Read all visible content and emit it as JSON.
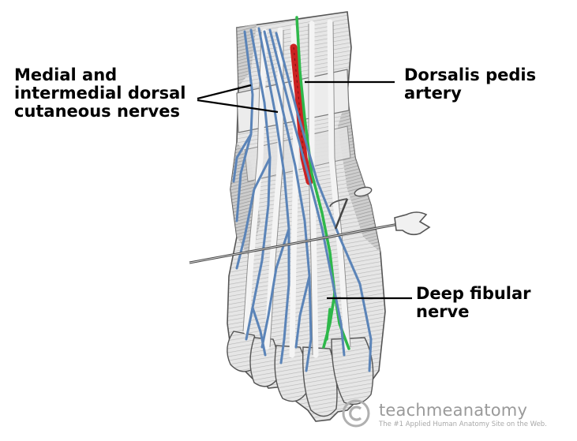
{
  "labels": {
    "medial_intermedial": "Medial and\nintermedial dorsal\ncutaneous nerves",
    "dorsalis_pedis": "Dorsalis pedis\nartery",
    "deep_fibular": "Deep fibular\nnerve"
  },
  "watermark": {
    "brand": "teachmeanatomy",
    "tagline": "The #1 Applied Human Anatomy Site on the Web.",
    "logo_icon": "copyright-circle-icon"
  },
  "colors": {
    "nerve_cutaneous": "#5b84b8",
    "artery": "#cc2222",
    "nerve_deep_fibular": "#2eb84a",
    "leader_line": "#000000",
    "skin_tone": "#d9d9d9",
    "watermark": "#9a9a9a"
  }
}
